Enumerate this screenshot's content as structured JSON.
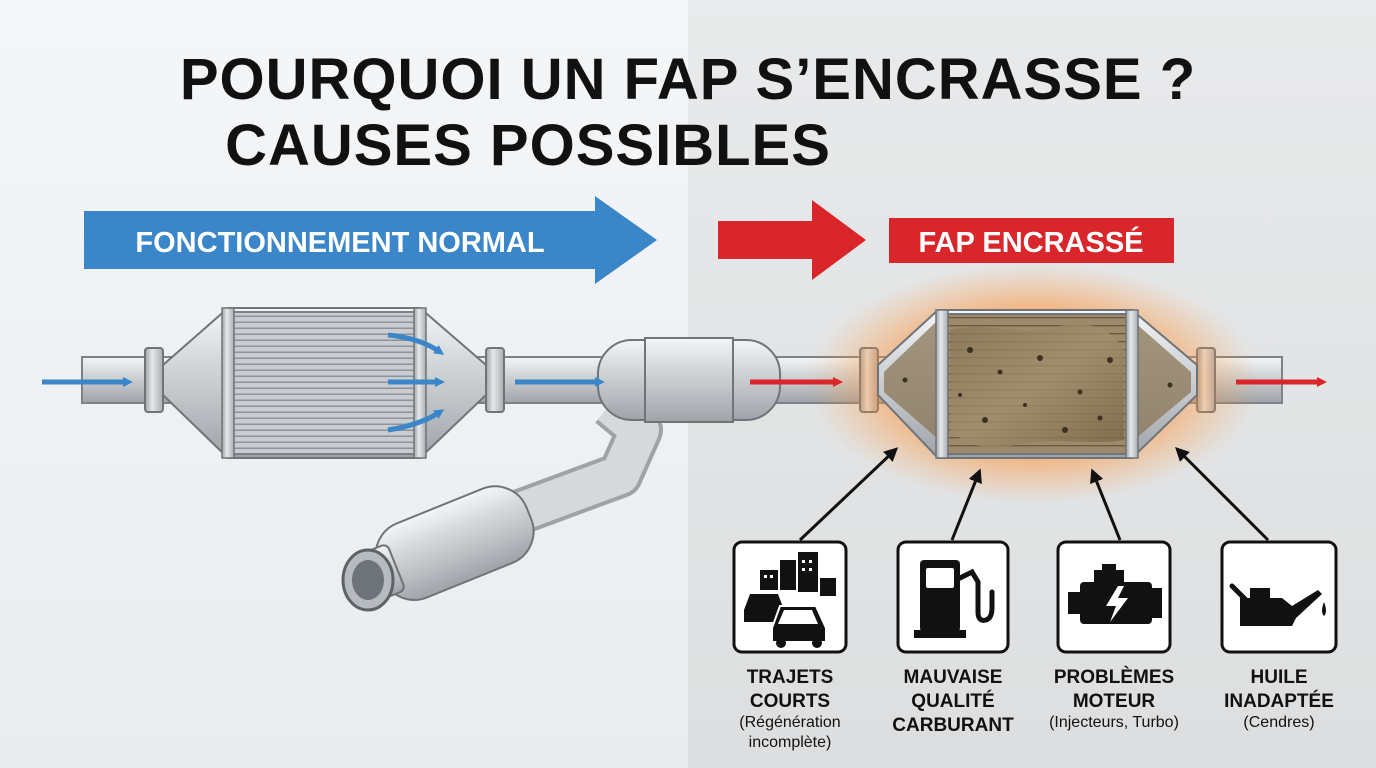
{
  "title": {
    "line1": "POURQUOI UN FAP S’ENCRASSE ?",
    "line2": "CAUSES POSSIBLES"
  },
  "labels": {
    "normal": "FONCTIONNEMENT NORMAL",
    "clogged": "FAP ENCRASSÉ"
  },
  "colors": {
    "normal_arrow": "#3a86c8",
    "clogged_arrow": "#d9262a",
    "glow": "#ff7a1a"
  },
  "causes": [
    {
      "icon": "city-traffic-icon",
      "title1": "TRAJETS",
      "title2": "COURTS",
      "sub1": "(Régénération",
      "sub2": "incomplète)"
    },
    {
      "icon": "fuel-pump-icon",
      "title1": "MAUVAISE",
      "title2": "QUALITÉ",
      "title3": "CARBURANT"
    },
    {
      "icon": "engine-warning-icon",
      "title1": "PROBLÈMES",
      "title2": "MOTEUR",
      "sub1": "(Injecteurs, Turbo)"
    },
    {
      "icon": "oil-can-icon",
      "title1": "HUILE",
      "title2": "INADAPTÉE",
      "sub1": "(Cendres)"
    }
  ]
}
